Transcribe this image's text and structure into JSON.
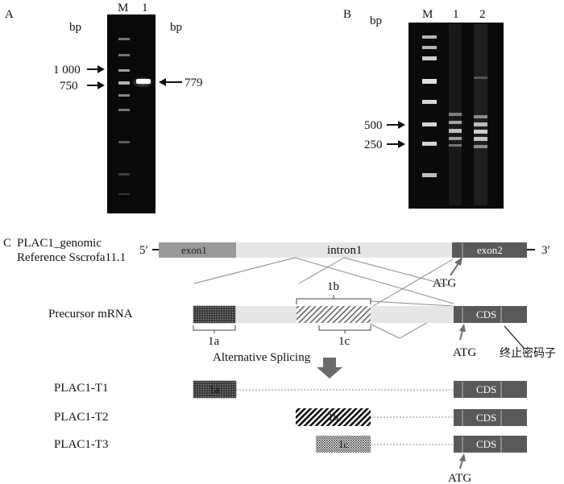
{
  "panel_a": {
    "label": "A",
    "unit_left": "bp",
    "unit_right": "bp",
    "lane_labels": [
      "M",
      "1"
    ],
    "markers": [
      "1 000",
      "750"
    ],
    "band": "779"
  },
  "panel_b": {
    "label": "B",
    "unit": "bp",
    "lane_labels": [
      "M",
      "1",
      "2"
    ],
    "markers": [
      "500",
      "250"
    ]
  },
  "panel_c": {
    "label": "C",
    "genomic_label_line1": "PLAC1_genomic",
    "genomic_label_line2": "Reference Sscrofa11.1",
    "five_prime": "5′",
    "three_prime": "3′",
    "exon1": "exon1",
    "intron1": "intron1",
    "exon2": "exon2",
    "atg": "ATG",
    "precursor_label": "Precursor mRNA",
    "cds": "CDS",
    "seg_1a": "1a",
    "seg_1b": "1b",
    "seg_1c": "1c",
    "splicing_label": "Alternative Splicing",
    "stop_codon": "终止密码子",
    "transcripts": [
      "PLAC1-T1",
      "PLAC1-T2",
      "PLAC1-T3"
    ],
    "colors": {
      "exon1": "#999999",
      "intron": "#e6e6e6",
      "exon2": "#595959",
      "arrow": "#6b6b6b",
      "connector": "#8a8a8a"
    }
  }
}
